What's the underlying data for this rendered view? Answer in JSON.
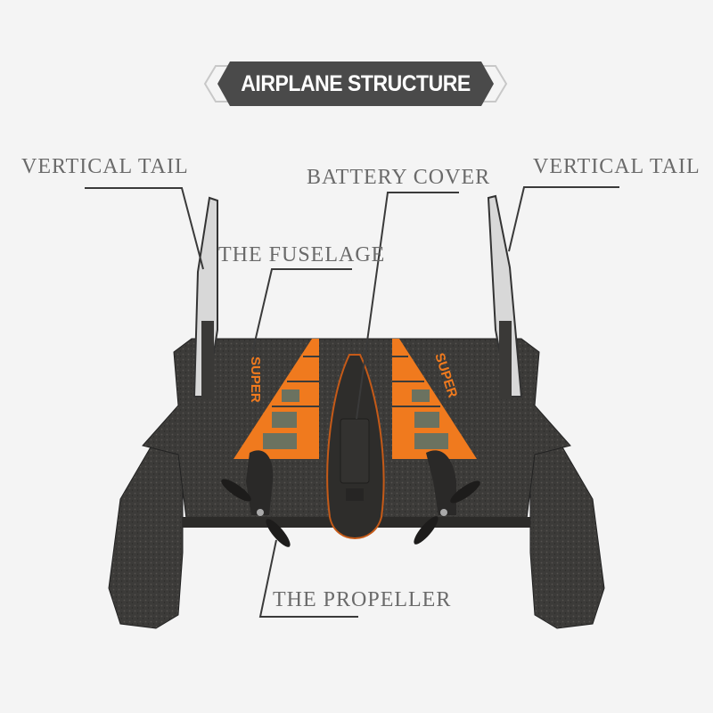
{
  "header": {
    "title": "AIRPLANE STRUCTURE"
  },
  "labels": {
    "vertical_tail_left": "VERTICAL TAIL",
    "battery_cover": "BATTERY COVER",
    "vertical_tail_right": "VERTICAL TAIL",
    "fuselage": "THE FUSELAGE",
    "propeller": "THE PROPELLER"
  },
  "decals": {
    "wing_text_left": "SUPER",
    "wing_text_right": "SUPER"
  },
  "colors": {
    "background": "#f4f4f4",
    "banner_fill": "#4a4a4a",
    "banner_outline": "#c8c8c8",
    "label_text": "#6a6a6a",
    "leader_line": "#3a3a3a",
    "airframe": "#3c3b39",
    "stripe": "#f07a1e",
    "panel": "#6b7260"
  }
}
